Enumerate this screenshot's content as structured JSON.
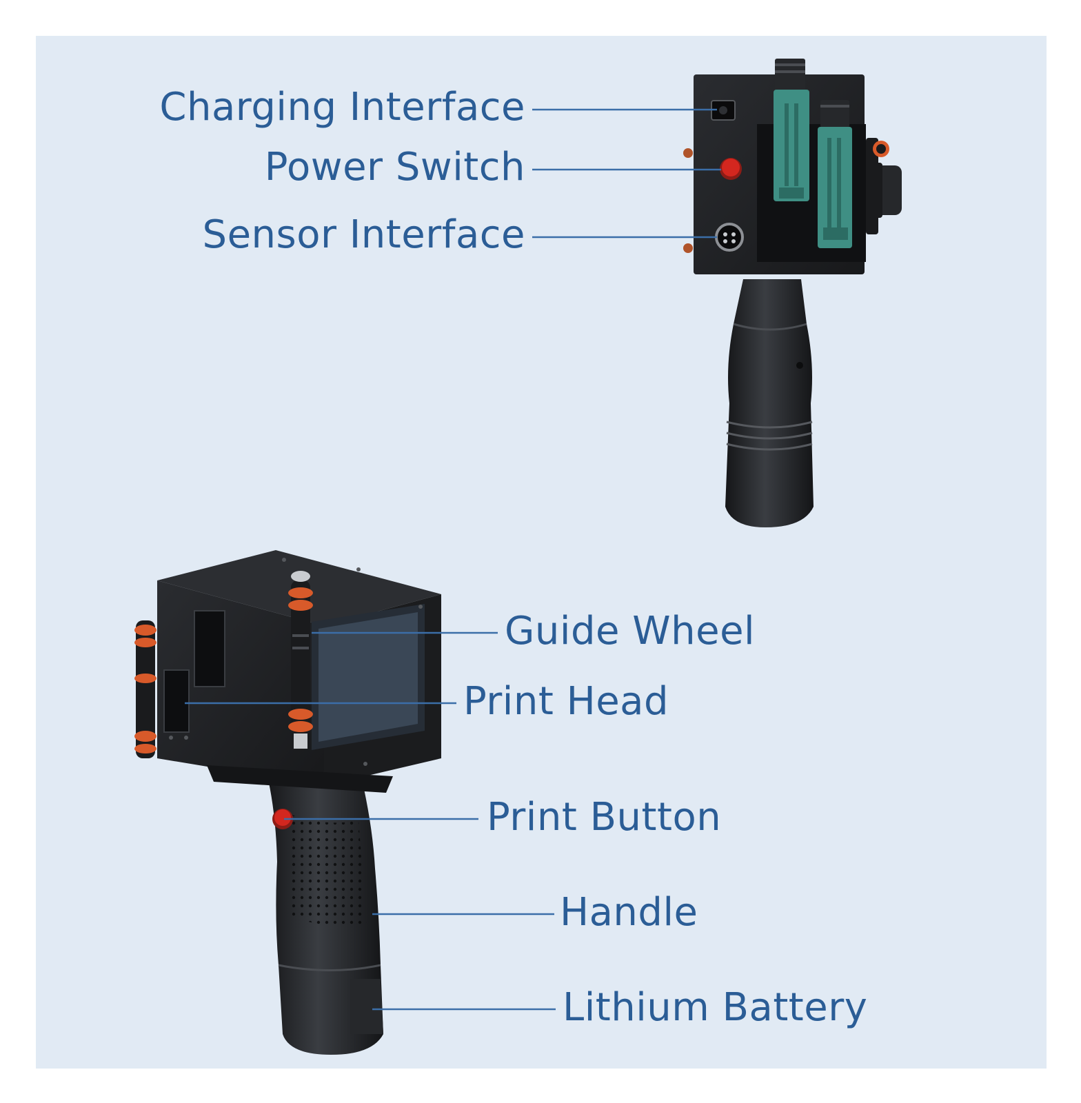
{
  "colors": {
    "panel_background": "#e1eaf4",
    "label_text": "#2b5d96",
    "leader_line": "#3b6ea8",
    "device_body": "#1f2124",
    "cartridge": "#3f8f84",
    "accent_red": "#c0261e",
    "ring_orange": "#d85a2a"
  },
  "top_view": {
    "labels": {
      "charging_interface": "Charging Interface",
      "power_switch": "Power Switch",
      "sensor_interface": "Sensor Interface"
    }
  },
  "side_view": {
    "labels": {
      "guide_wheel": "Guide Wheel",
      "print_head": "Print Head",
      "print_button": "Print Button",
      "handle": "Handle",
      "lithium_battery": "Lithium Battery"
    }
  }
}
